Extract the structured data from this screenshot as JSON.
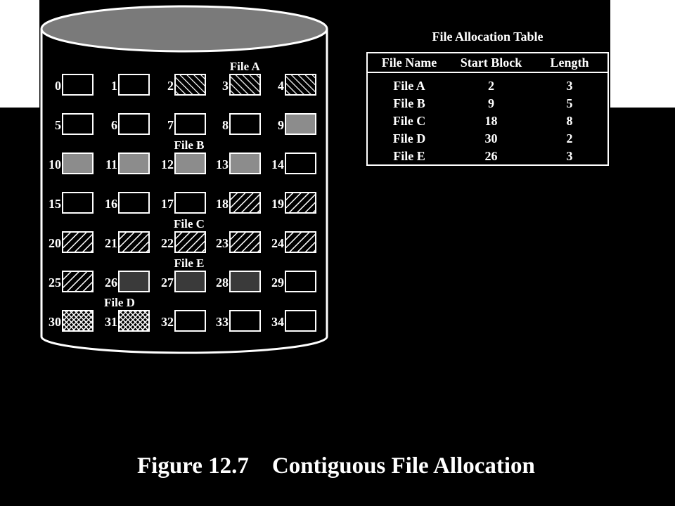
{
  "figure": {
    "caption": "Figure 12.7    Contiguous File Allocation"
  },
  "disk": {
    "blocks": [
      {
        "id": 0,
        "label": "0",
        "fill": "empty"
      },
      {
        "id": 1,
        "label": "1",
        "fill": "empty"
      },
      {
        "id": 2,
        "label": "2",
        "fill": "diag-back"
      },
      {
        "id": 3,
        "label": "3",
        "fill": "diag-back"
      },
      {
        "id": 4,
        "label": "4",
        "fill": "diag-back"
      },
      {
        "id": 5,
        "label": "5",
        "fill": "empty"
      },
      {
        "id": 6,
        "label": "6",
        "fill": "empty"
      },
      {
        "id": 7,
        "label": "7",
        "fill": "empty"
      },
      {
        "id": 8,
        "label": "8",
        "fill": "empty"
      },
      {
        "id": 9,
        "label": "9",
        "fill": "gray"
      },
      {
        "id": 10,
        "label": "10",
        "fill": "gray"
      },
      {
        "id": 11,
        "label": "11",
        "fill": "gray"
      },
      {
        "id": 12,
        "label": "12",
        "fill": "gray"
      },
      {
        "id": 13,
        "label": "13",
        "fill": "gray"
      },
      {
        "id": 14,
        "label": "14",
        "fill": "empty"
      },
      {
        "id": 15,
        "label": "15",
        "fill": "empty"
      },
      {
        "id": 16,
        "label": "16",
        "fill": "empty"
      },
      {
        "id": 17,
        "label": "17",
        "fill": "empty"
      },
      {
        "id": 18,
        "label": "18",
        "fill": "diag-fwd"
      },
      {
        "id": 19,
        "label": "19",
        "fill": "diag-fwd"
      },
      {
        "id": 20,
        "label": "20",
        "fill": "diag-fwd"
      },
      {
        "id": 21,
        "label": "21",
        "fill": "diag-fwd"
      },
      {
        "id": 22,
        "label": "22",
        "fill": "diag-fwd"
      },
      {
        "id": 23,
        "label": "23",
        "fill": "diag-fwd"
      },
      {
        "id": 24,
        "label": "24",
        "fill": "diag-fwd"
      },
      {
        "id": 25,
        "label": "25",
        "fill": "diag-fwd"
      },
      {
        "id": 26,
        "label": "26",
        "fill": "dark"
      },
      {
        "id": 27,
        "label": "27",
        "fill": "dark"
      },
      {
        "id": 28,
        "label": "28",
        "fill": "dark"
      },
      {
        "id": 29,
        "label": "29",
        "fill": "empty"
      },
      {
        "id": 30,
        "label": "30",
        "fill": "cross"
      },
      {
        "id": 31,
        "label": "31",
        "fill": "cross"
      },
      {
        "id": 32,
        "label": "32",
        "fill": "empty"
      },
      {
        "id": 33,
        "label": "33",
        "fill": "empty"
      },
      {
        "id": 34,
        "label": "34",
        "fill": "empty"
      }
    ],
    "file_labels": [
      {
        "text": "File A",
        "row": 0,
        "col": 3
      },
      {
        "text": "File B",
        "row": 2,
        "col": 2
      },
      {
        "text": "File C",
        "row": 4,
        "col": 2
      },
      {
        "text": "File E",
        "row": 5,
        "col": 2
      },
      {
        "text": "File D",
        "row": 6,
        "col": 0.75
      }
    ]
  },
  "fat": {
    "title": "File Allocation Table",
    "headers": {
      "name": "File Name",
      "start": "Start Block",
      "length": "Length"
    },
    "rows": [
      {
        "name": "File A",
        "start": "2",
        "length": "3"
      },
      {
        "name": "File B",
        "start": "9",
        "length": "5"
      },
      {
        "name": "File C",
        "start": "18",
        "length": "8"
      },
      {
        "name": "File D",
        "start": "30",
        "length": "2"
      },
      {
        "name": "File E",
        "start": "26",
        "length": "3"
      }
    ]
  },
  "colors": {
    "background": "#000000",
    "strip": "#ffffff",
    "cylinder_top": "#7a7a7a",
    "gray_block": "#8c8c8c",
    "dark_block": "#3a3a3a",
    "line": "#ffffff"
  }
}
